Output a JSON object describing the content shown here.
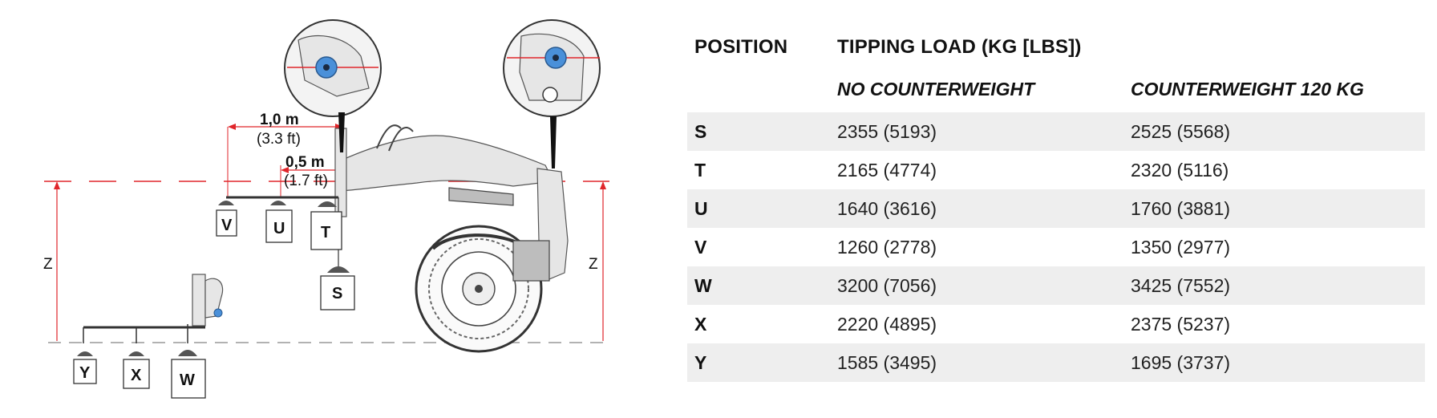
{
  "diagram": {
    "dimension_long": {
      "value": "1,0 m",
      "imperial": "(3.3 ft)"
    },
    "dimension_short": {
      "value": "0,5 m",
      "imperial": "(1.7 ft)"
    },
    "height_label_left": "Z",
    "height_label_right": "Z",
    "upper_positions": [
      "V",
      "U",
      "T",
      "S"
    ],
    "lower_positions": [
      "Y",
      "X",
      "W"
    ],
    "colors": {
      "reference_line": "#e0262b",
      "pivot_marker": "#4a90d9"
    }
  },
  "table": {
    "header_position": "POSITION",
    "header_tipping_load": "TIPPING LOAD (KG [LBS])",
    "sub_header_no_cw": "NO COUNTERWEIGHT",
    "sub_header_cw": "COUNTERWEIGHT 120 KG",
    "rows": [
      {
        "position": "S",
        "no_cw": "2355 (5193)",
        "cw": "2525 (5568)"
      },
      {
        "position": "T",
        "no_cw": "2165 (4774)",
        "cw": "2320 (5116)"
      },
      {
        "position": "U",
        "no_cw": "1640 (3616)",
        "cw": "1760 (3881)"
      },
      {
        "position": "V",
        "no_cw": "1260 (2778)",
        "cw": "1350 (2977)"
      },
      {
        "position": "W",
        "no_cw": "3200 (7056)",
        "cw": "3425 (7552)"
      },
      {
        "position": "X",
        "no_cw": "2220 (4895)",
        "cw": "2375 (5237)"
      },
      {
        "position": "Y",
        "no_cw": "1585 (3495)",
        "cw": "1695 (3737)"
      }
    ],
    "colors": {
      "row_shade": "#eeeeee"
    }
  }
}
